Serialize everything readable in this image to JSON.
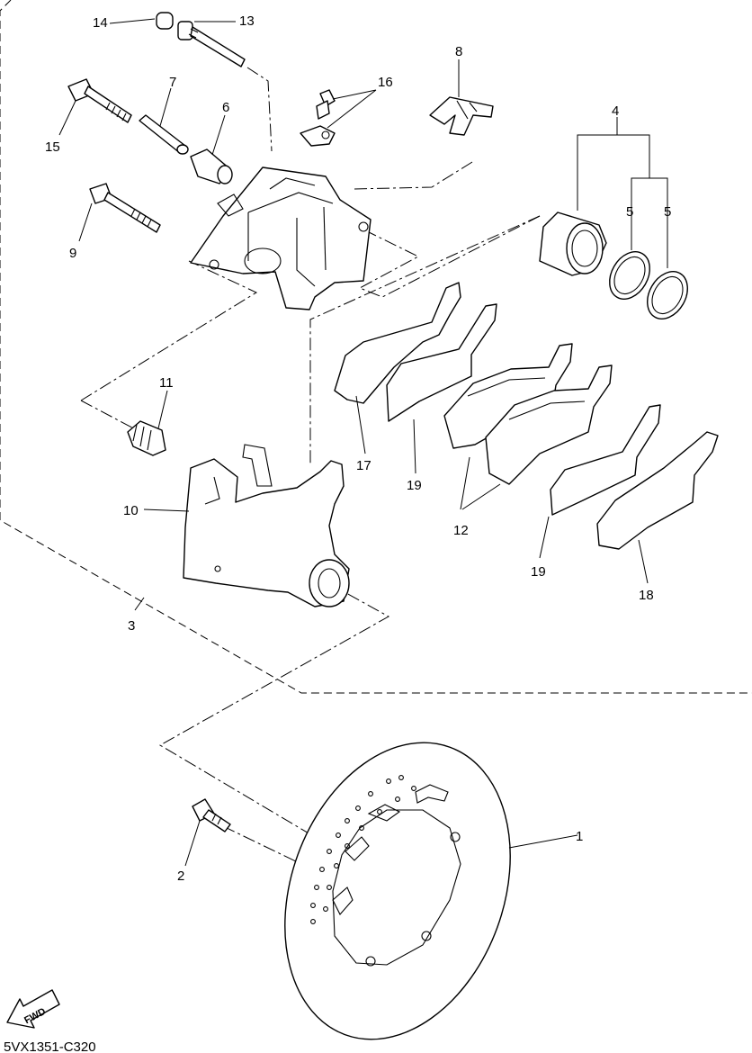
{
  "callouts": {
    "c1": "1",
    "c2": "2",
    "c3": "3",
    "c4": "4",
    "c5a": "5",
    "c5b": "5",
    "c6": "6",
    "c7": "7",
    "c8": "8",
    "c9": "9",
    "c10": "10",
    "c11": "11",
    "c12": "12",
    "c13": "13",
    "c14": "14",
    "c15": "15",
    "c16": "16",
    "c17": "17",
    "c18": "18",
    "c19a": "19",
    "c19b": "19"
  },
  "fwd_label": "FWD",
  "diagram_code": "5VX1351-C320"
}
